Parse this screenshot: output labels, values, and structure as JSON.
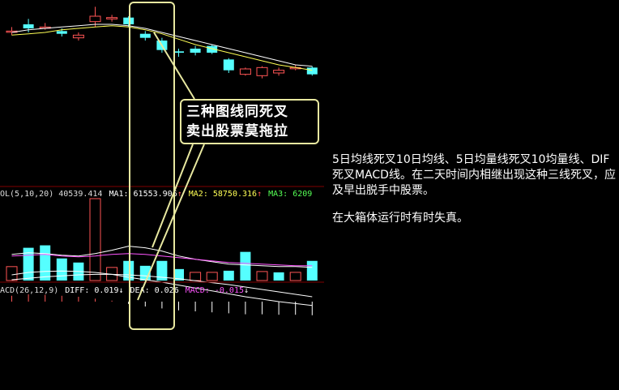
{
  "callout": {
    "line1": "三种图线同死叉",
    "line2": "卖出股票莫拖拉"
  },
  "side_notes": {
    "paragraph1": "5日均线死叉10日均线、5日均量线死叉10均量线、DIF死叉MACD线。在二天时间内相继出现这种三线死叉，应及早出脱手中股票。",
    "paragraph2": "在大箱体运行时有时失真。"
  },
  "volume_header": {
    "vol": "OL(5,10,20) 40539.414",
    "ma1": "MA1: 61553.906",
    "ma2": "MA2: 58750.316",
    "ma3": "MA3: 6209"
  },
  "macd_header": {
    "name": "ACD(26,12,9)",
    "diff": "DIFF: 0.019",
    "dea": "DEA: 0.026",
    "macd": "MACD: -0.015"
  },
  "colors": {
    "up": "#ff5555",
    "down": "#55ffff",
    "ma_white": "#ffffff",
    "ma_yellow": "#ffff55",
    "ma_purple": "#ff55ff",
    "ma_green": "#55ff55",
    "highlight": "#e8e8a0"
  },
  "chart_data": [
    {
      "type": "candlestick",
      "title": "",
      "candles": [
        {
          "open": 9.77,
          "close": 9.77,
          "high": 9.8,
          "low": 9.74,
          "dir": "up"
        },
        {
          "open": 9.82,
          "close": 9.79,
          "high": 9.86,
          "low": 9.76,
          "dir": "down"
        },
        {
          "open": 9.8,
          "close": 9.8,
          "high": 9.83,
          "low": 9.78,
          "dir": "up"
        },
        {
          "open": 9.77,
          "close": 9.75,
          "high": 9.79,
          "low": 9.73,
          "dir": "down"
        },
        {
          "open": 9.72,
          "close": 9.74,
          "high": 9.76,
          "low": 9.7,
          "dir": "up"
        },
        {
          "open": 9.84,
          "close": 9.88,
          "high": 9.95,
          "low": 9.8,
          "dir": "up"
        },
        {
          "open": 9.86,
          "close": 9.87,
          "high": 9.89,
          "low": 9.84,
          "dir": "up"
        },
        {
          "open": 9.87,
          "close": 9.82,
          "high": 9.88,
          "low": 9.8,
          "dir": "down"
        },
        {
          "open": 9.75,
          "close": 9.72,
          "high": 9.77,
          "low": 9.7,
          "dir": "down"
        },
        {
          "open": 9.7,
          "close": 9.63,
          "high": 9.72,
          "low": 9.61,
          "dir": "down"
        },
        {
          "open": 9.62,
          "close": 9.61,
          "high": 9.64,
          "low": 9.58,
          "dir": "down"
        },
        {
          "open": 9.64,
          "close": 9.61,
          "high": 9.66,
          "low": 9.59,
          "dir": "down"
        },
        {
          "open": 9.66,
          "close": 9.61,
          "high": 9.67,
          "low": 9.6,
          "dir": "down"
        },
        {
          "open": 9.56,
          "close": 9.48,
          "high": 9.57,
          "low": 9.46,
          "dir": "down"
        },
        {
          "open": 9.45,
          "close": 9.49,
          "high": 9.5,
          "low": 9.44,
          "dir": "up"
        },
        {
          "open": 9.44,
          "close": 9.5,
          "high": 9.51,
          "low": 9.42,
          "dir": "up"
        },
        {
          "open": 9.46,
          "close": 9.48,
          "high": 9.5,
          "low": 9.44,
          "dir": "up"
        },
        {
          "open": 9.5,
          "close": 9.5,
          "high": 9.52,
          "low": 9.48,
          "dir": "up"
        },
        {
          "open": 9.5,
          "close": 9.45,
          "high": 9.51,
          "low": 9.44,
          "dir": "down"
        }
      ],
      "ma_white": [
        9.76,
        9.78,
        9.79,
        9.8,
        9.81,
        9.82,
        9.82,
        9.81,
        9.79,
        9.76,
        9.73,
        9.7,
        9.67,
        9.64,
        9.61,
        9.58,
        9.55,
        9.52,
        9.51
      ],
      "ma_yellow": [
        9.74,
        9.75,
        9.76,
        9.78,
        9.79,
        9.8,
        9.81,
        9.8,
        9.78,
        9.75,
        9.71,
        9.67,
        9.64,
        9.61,
        9.58,
        9.55,
        9.52,
        9.5,
        9.48
      ]
    },
    {
      "type": "bar",
      "volume": [
        0.17,
        0.4,
        0.43,
        0.27,
        0.22,
        1.0,
        0.16,
        0.24,
        0.18,
        0.24,
        0.14,
        0.1,
        0.1,
        0.12,
        0.35,
        0.11,
        0.1,
        0.1,
        0.24
      ],
      "dir": [
        "up",
        "down",
        "down",
        "down",
        "down",
        "up",
        "up",
        "down",
        "down",
        "down",
        "down",
        "up",
        "up",
        "down",
        "down",
        "up",
        "down",
        "up",
        "down"
      ],
      "ma_white": [
        0.32,
        0.34,
        0.33,
        0.31,
        0.3,
        0.33,
        0.37,
        0.42,
        0.4,
        0.36,
        0.3,
        0.26,
        0.23,
        0.2,
        0.19,
        0.18,
        0.17,
        0.17,
        0.16
      ],
      "ma_purple": [
        0.3,
        0.31,
        0.32,
        0.3,
        0.29,
        0.3,
        0.32,
        0.33,
        0.32,
        0.3,
        0.28,
        0.26,
        0.24,
        0.22,
        0.21,
        0.2,
        0.19,
        0.18,
        0.18
      ]
    },
    {
      "type": "line",
      "diff": [
        0.055,
        0.06,
        0.062,
        0.063,
        0.062,
        0.06,
        0.056,
        0.05,
        0.045,
        0.04,
        0.034,
        0.028,
        0.022,
        0.016,
        0.01,
        0.005,
        0.0,
        -0.004,
        -0.008
      ],
      "dea": [
        0.045,
        0.048,
        0.051,
        0.053,
        0.055,
        0.056,
        0.056,
        0.055,
        0.053,
        0.05,
        0.047,
        0.043,
        0.039,
        0.035,
        0.03,
        0.025,
        0.02,
        0.015,
        0.01
      ],
      "macd": [
        0.012,
        0.015,
        0.014,
        0.012,
        0.01,
        0.006,
        0.002,
        -0.005,
        -0.01,
        -0.014,
        -0.018,
        -0.02,
        -0.022,
        -0.024,
        -0.026,
        -0.026,
        -0.027,
        -0.027,
        -0.028
      ]
    }
  ]
}
